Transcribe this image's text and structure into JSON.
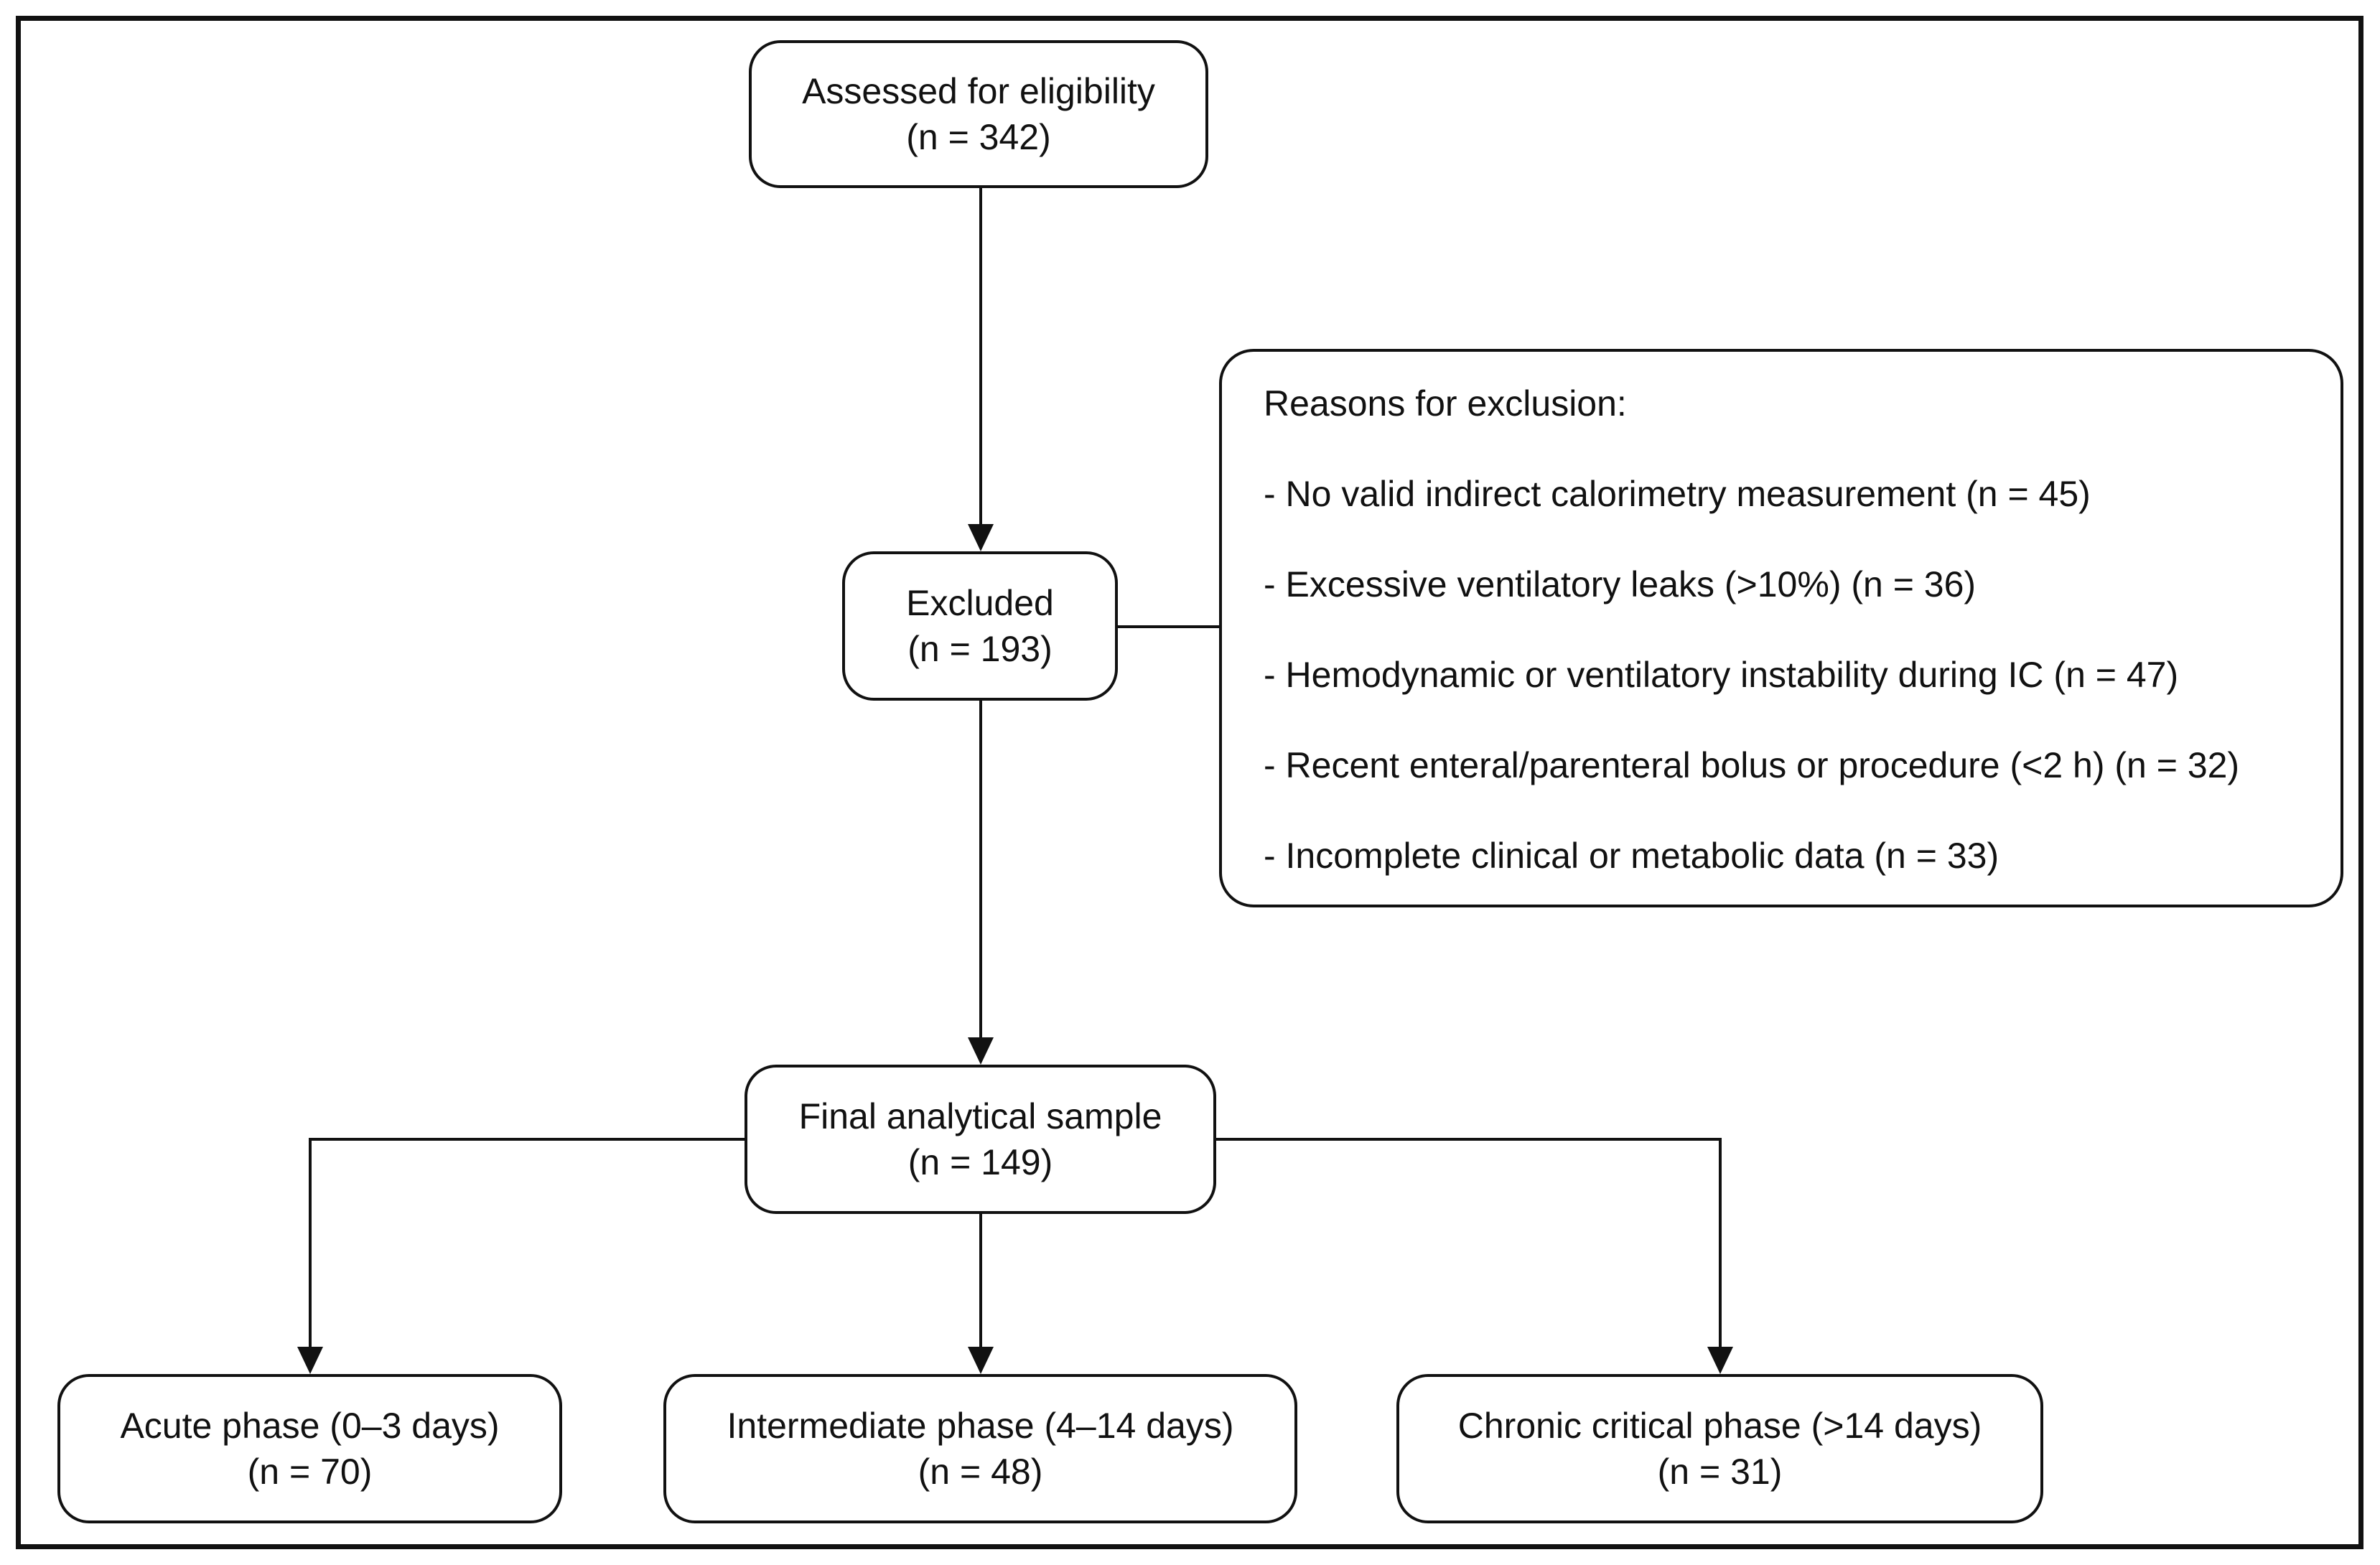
{
  "flow": {
    "assessed": {
      "line1": "Assessed for eligibility",
      "line2": "(n = 342)"
    },
    "excluded": {
      "line1": "Excluded",
      "line2": "(n = 193)"
    },
    "reasons": {
      "title": "Reasons for exclusion:",
      "items": [
        "- No valid indirect calorimetry measurement (n = 45)",
        "- Excessive ventilatory leaks (>10%) (n = 36)",
        "- Hemodynamic or ventilatory instability during IC (n = 47)",
        "- Recent enteral/parenteral bolus or procedure (<2 h) (n = 32)",
        "- Incomplete clinical or metabolic data (n = 33)"
      ]
    },
    "final": {
      "line1": "Final analytical sample",
      "line2": "(n = 149)"
    },
    "phases": [
      {
        "line1": "Acute phase (0–3 days)",
        "line2": "(n = 70)"
      },
      {
        "line1": "Intermediate phase (4–14 days)",
        "line2": "(n = 48)"
      },
      {
        "line1": "Chronic critical phase (>14 days)",
        "line2": "(n = 31)"
      }
    ]
  },
  "colors": {
    "stroke": "#111111",
    "background": "#ffffff"
  }
}
